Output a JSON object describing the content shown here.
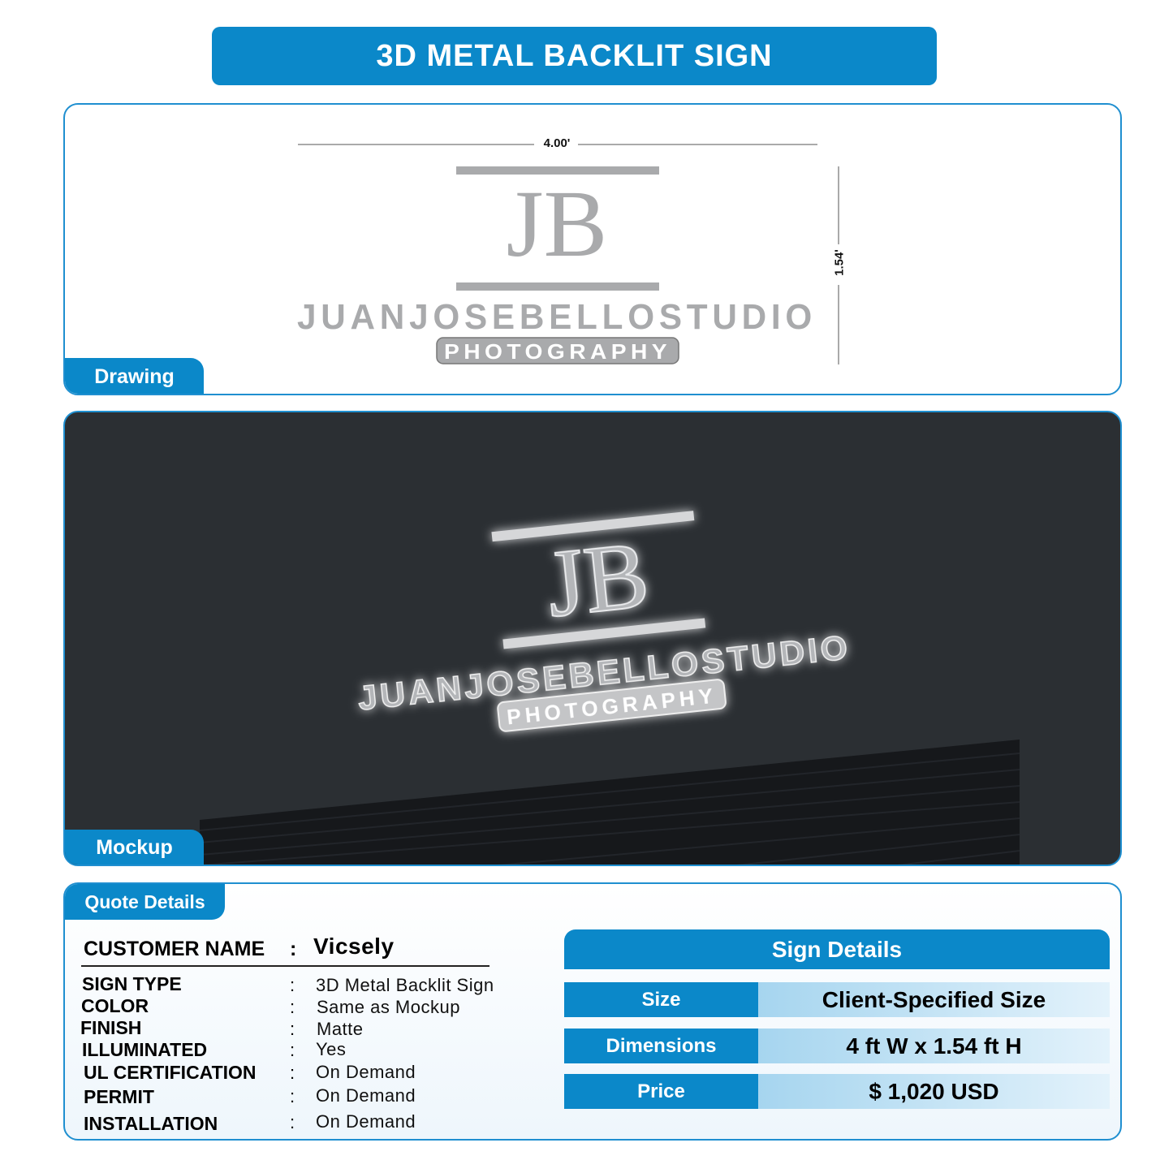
{
  "header": {
    "title": "3D METAL BACKLIT SIGN"
  },
  "drawing": {
    "tab_label": "Drawing",
    "width_label": "4.00'",
    "height_label": "1.54'",
    "logo_monogram": "JB",
    "logo_name": "JUANJOSEBELLOSTUDIO",
    "logo_tagline": "PHOTOGRAPHY"
  },
  "mockup": {
    "tab_label": "Mockup",
    "logo_monogram": "JB",
    "logo_name": "JUANJOSEBELLOSTUDIO",
    "logo_tagline": "PHOTOGRAPHY"
  },
  "quote": {
    "tab_label": "Quote Details",
    "customer_label": "CUSTOMER NAME",
    "customer_value": "Vicsely",
    "colon": ":",
    "rows": [
      {
        "label": "SIGN TYPE",
        "value": "3D Metal Backlit Sign"
      },
      {
        "label": "COLOR",
        "value": "Same as Mockup"
      },
      {
        "label": "FINISH",
        "value": "Matte"
      },
      {
        "label": "ILLUMINATED",
        "value": "Yes"
      },
      {
        "label": "UL CERTIFICATION",
        "value": "On Demand"
      },
      {
        "label": "PERMIT",
        "value": "On Demand"
      },
      {
        "label": "INSTALLATION",
        "value": "On Demand"
      }
    ]
  },
  "sign_details": {
    "title": "Sign Details",
    "rows": [
      {
        "label": "Size",
        "value": "Client-Specified Size"
      },
      {
        "label": "Dimensions",
        "value": "4 ft W x 1.54 ft H"
      },
      {
        "label": "Price",
        "value": "$ 1,020 USD"
      }
    ]
  },
  "colors": {
    "accent": "#0b88c9",
    "border": "#1f8fd0",
    "logo_grey": "#a9aaac",
    "wall": "#2b2f33"
  }
}
